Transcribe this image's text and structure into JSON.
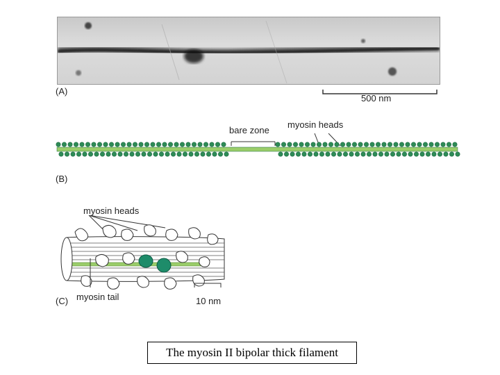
{
  "panels": {
    "a": {
      "label": "(A)",
      "scale_bar_label": "500 nm"
    },
    "b": {
      "label": "(B)",
      "bare_zone_label": "bare zone",
      "myosin_heads_label": "myosin heads"
    },
    "c": {
      "label": "(C)",
      "myosin_heads_label": "myosin heads",
      "myosin_tail_label": "myosin tail",
      "scale_bar_label": "10 nm"
    }
  },
  "caption": "The myosin II bipolar thick filament",
  "colors": {
    "myosin_green": "#2e8b57",
    "dark_green": "#1f6d42",
    "highlight_green": "#1e8c6a",
    "tail_light_green": "#9acd6a"
  }
}
